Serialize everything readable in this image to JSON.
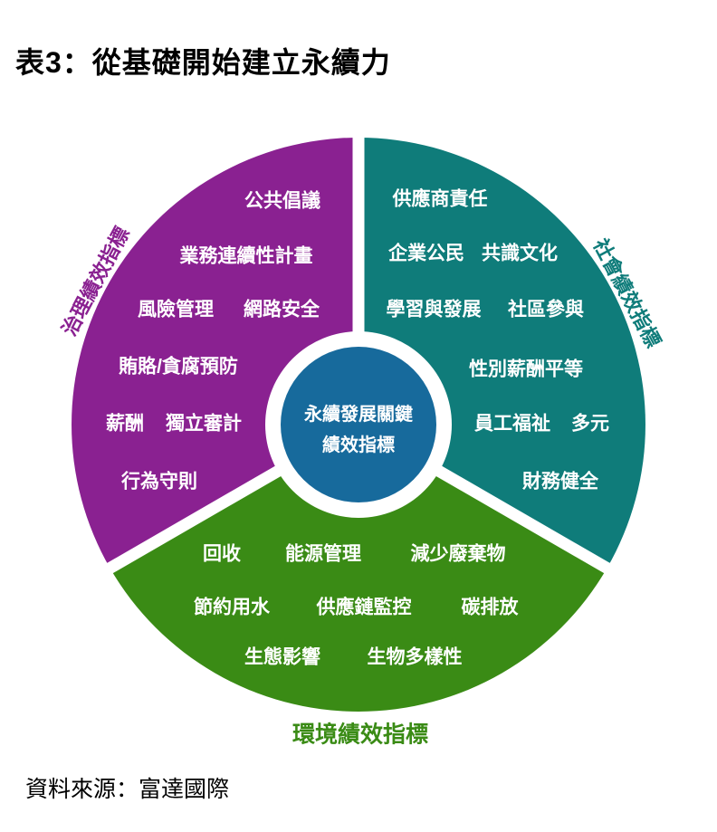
{
  "title": "表3：從基礎開始建立永續力",
  "source": "資料來源：富達國際",
  "colors": {
    "governance": "#8A2191",
    "social": "#0F7C7A",
    "environment": "#3A8B15",
    "center_circle": "#176A9C",
    "background": "#FFFFFF"
  },
  "center": {
    "line1": "永續發展關鍵",
    "line2": "績效指標"
  },
  "sectors": {
    "governance": {
      "label": "治理績效指標",
      "items": [
        "公共倡議",
        "業務連續性計畫",
        "風險管理",
        "網路安全",
        "賄賂/貪腐預防",
        "薪酬",
        "獨立審計",
        "行為守則"
      ]
    },
    "social": {
      "label": "社會績效指標",
      "items": [
        "供應商責任",
        "企業公民",
        "共識文化",
        "學習與發展",
        "社區參與",
        "性別薪酬平等",
        "員工福祉",
        "多元",
        "財務健全"
      ]
    },
    "environment": {
      "label": "環境績效指標",
      "items": [
        "回收",
        "能源管理",
        "減少廢棄物",
        "節約用水",
        "供應鏈監控",
        "碳排放",
        "生態影響",
        "生物多樣性"
      ]
    }
  }
}
